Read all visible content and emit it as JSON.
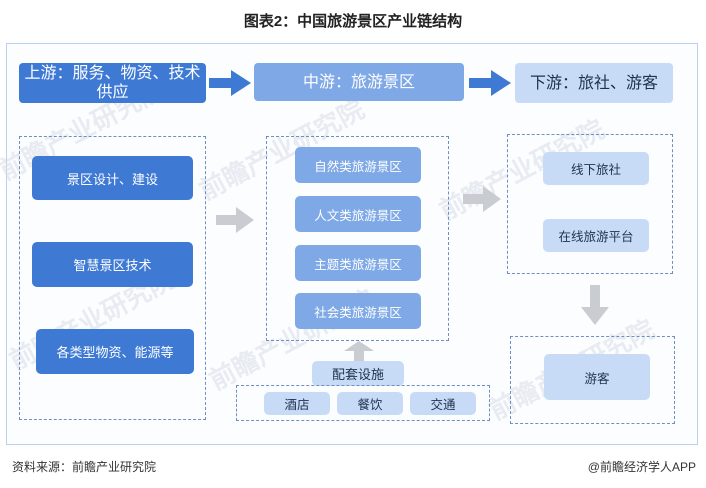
{
  "title": "图表2：中国旅游景区产业链结构",
  "headers": {
    "upstream": "上游：服务、物资、技术供应",
    "midstream": "中游：旅游景区",
    "downstream": "下游：旅社、游客"
  },
  "upstream_items": [
    "景区设计、建设",
    "智慧景区技术",
    "各类型物资、能源等"
  ],
  "midstream_items": [
    "自然类旅游景区",
    "人文类旅游景区",
    "主题类旅游景区",
    "社会类旅游景区"
  ],
  "facilities": {
    "label": "配套设施",
    "items": [
      "酒店",
      "餐饮",
      "交通"
    ]
  },
  "downstream_items": [
    "线下旅社",
    "在线旅游平台"
  ],
  "tourist": "游客",
  "watermark": "前瞻产业研究院",
  "footer": {
    "source": "资料来源：前瞻产业研究院",
    "brand": "@前瞻经济学人APP"
  },
  "colors": {
    "primary_blue": "#3e79d4",
    "medium_blue": "#7ea8e6",
    "light_blue": "#c8dbf6",
    "arrow_gray": "#c9cdd2"
  }
}
